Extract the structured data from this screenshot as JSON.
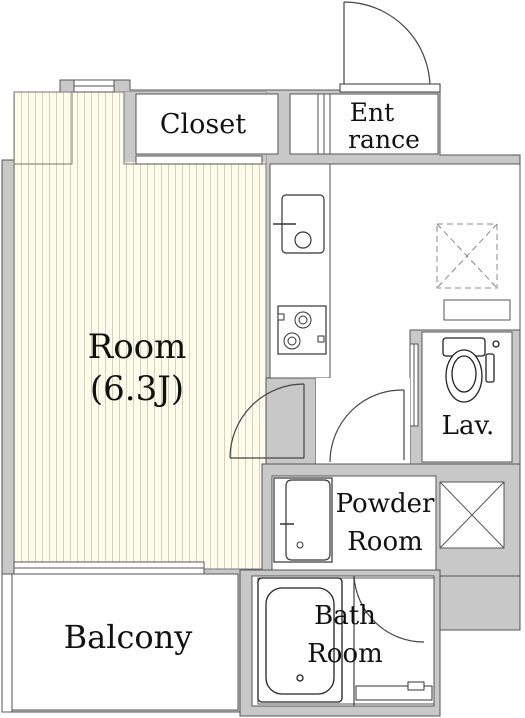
{
  "rooms": {
    "closet": "Closet",
    "entrance_line1": "Ent",
    "entrance_line2": "rance",
    "room_line1": "Room",
    "room_line2": "(6.3J)",
    "lav": "Lav.",
    "powder_line1": "Powder",
    "powder_line2": "Room",
    "bath_line1": "Bath",
    "bath_line2": "Room",
    "balcony": "Balcony"
  },
  "colors": {
    "wall": "#c8c8c8",
    "wall_outline": "#555555",
    "floor_wood": "#fdfbe9",
    "floor_line": "#c9c7b3",
    "fixture": "#333333"
  }
}
